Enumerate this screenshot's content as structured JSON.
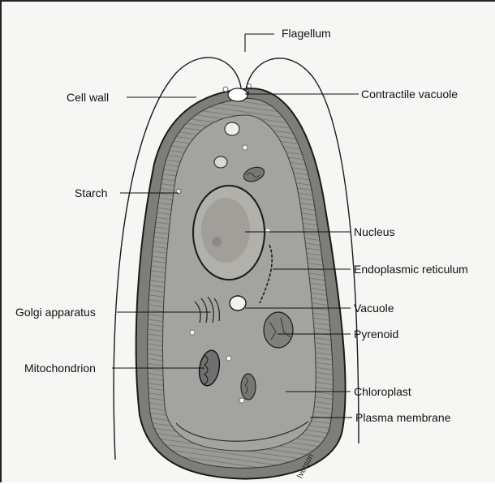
{
  "diagram": {
    "labels": {
      "flagellum": "Flagellum",
      "cell_wall": "Cell wall",
      "contractile_vacuole": "Contractile vacuole",
      "starch": "Starch",
      "nucleus": "Nucleus",
      "endoplasmic_reticulum": "Endoplasmic reticulum",
      "golgi_apparatus": "Golgi apparatus",
      "vacuole": "Vacuole",
      "pyrenoid": "Pyrenoid",
      "mitochondrion": "Mitochondrion",
      "chloroplast": "Chloroplast",
      "plasma_membrane": "Plasma membrane"
    },
    "artist_signature": "Iverson",
    "colors": {
      "cell_fill": "#8e8e8a",
      "cell_inner": "#a3a39f",
      "nucleus_fill": "#b2b0ab",
      "line": "#1a1a1a",
      "paper": "#f6f6f4"
    }
  }
}
